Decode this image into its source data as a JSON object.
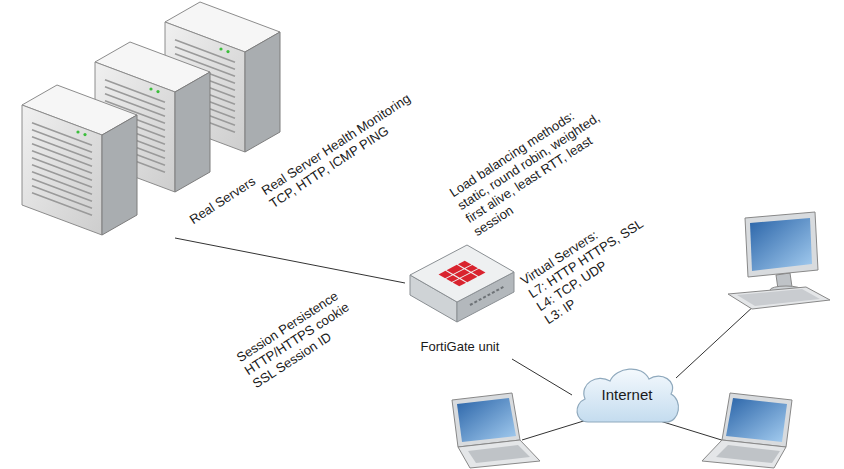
{
  "diagram": {
    "nodes": [
      {
        "text": [
          "Real Servers"
        ]
      },
      {
        "text": [
          "FortiGate unit"
        ]
      },
      {
        "text": [
          "Internet"
        ]
      }
    ],
    "edges": [
      {
        "from": 0,
        "to": 1,
        "arrow": "none"
      },
      {
        "from": 1,
        "to": 2,
        "arrow": "none"
      }
    ],
    "labels": [
      "Real Server Health Monitoring",
      "TCP, HTTP, ICMP PING",
      "Load balancing methods:",
      "static, round robin, weighted,",
      "first alive, least RTT, least",
      "session",
      "Virtual Servers:",
      "L7: HTTP HTTPS, SSL",
      "L4: TCP, UDP",
      "L3: IP",
      "Session Persistence",
      "HTTP/HTTPS cookie",
      "SSL Session ID"
    ]
  }
}
